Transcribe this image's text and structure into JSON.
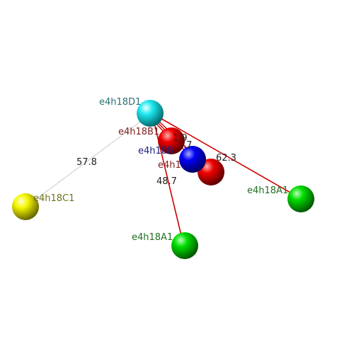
{
  "colors": {
    "background": "#ffffff",
    "cyan": "#00e5ee",
    "red": "#e00000",
    "blue": "#0000ee",
    "green": "#00cc00",
    "yellow": "#f0f000",
    "bond_red": "#cc0000",
    "bond_grey": "#b0b0b0"
  },
  "atoms": {
    "d1": {
      "label": "e4h18D1",
      "color": "cyan"
    },
    "b1": {
      "label": "e4h18B1",
      "color": "red"
    },
    "b2": {
      "label": "e4h18B",
      "color": "blue"
    },
    "red2": {
      "label": "e4h1",
      "color": "red"
    },
    "a1": {
      "label": "e4h18A1",
      "color": "green"
    },
    "a2": {
      "label": "e4h18A1",
      "color": "green"
    },
    "c1": {
      "label": "e4h18C1",
      "color": "yellow"
    }
  },
  "distances": {
    "c1": "57.8",
    "a2": "48.7",
    "a1": "62.3",
    "b1": "1.9",
    "b2": ".7"
  }
}
